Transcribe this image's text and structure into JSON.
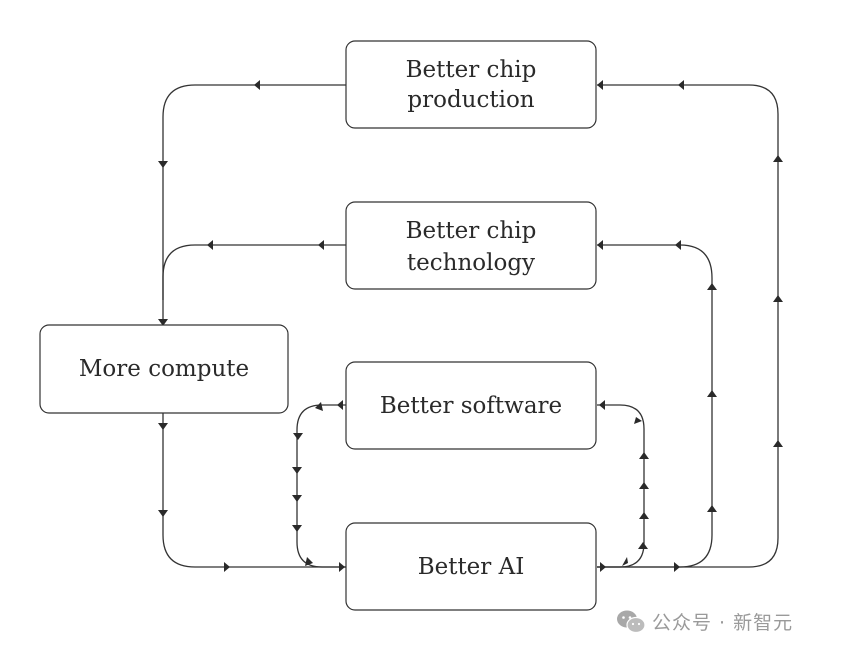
{
  "nodes": {
    "better_chip_production": {
      "line1": "Better chip",
      "line2": "production"
    },
    "better_chip_technology": {
      "line1": "Better chip",
      "line2": "technology"
    },
    "more_compute": {
      "label": "More compute"
    },
    "better_software": {
      "label": "Better software"
    },
    "better_ai": {
      "label": "Better AI"
    }
  },
  "watermark": {
    "text": "公众号 · 新智元",
    "icon": "wechat-icon"
  },
  "colors": {
    "stroke": "#333333",
    "text": "#2a2a2a",
    "watermark": "#9a9a9a"
  }
}
